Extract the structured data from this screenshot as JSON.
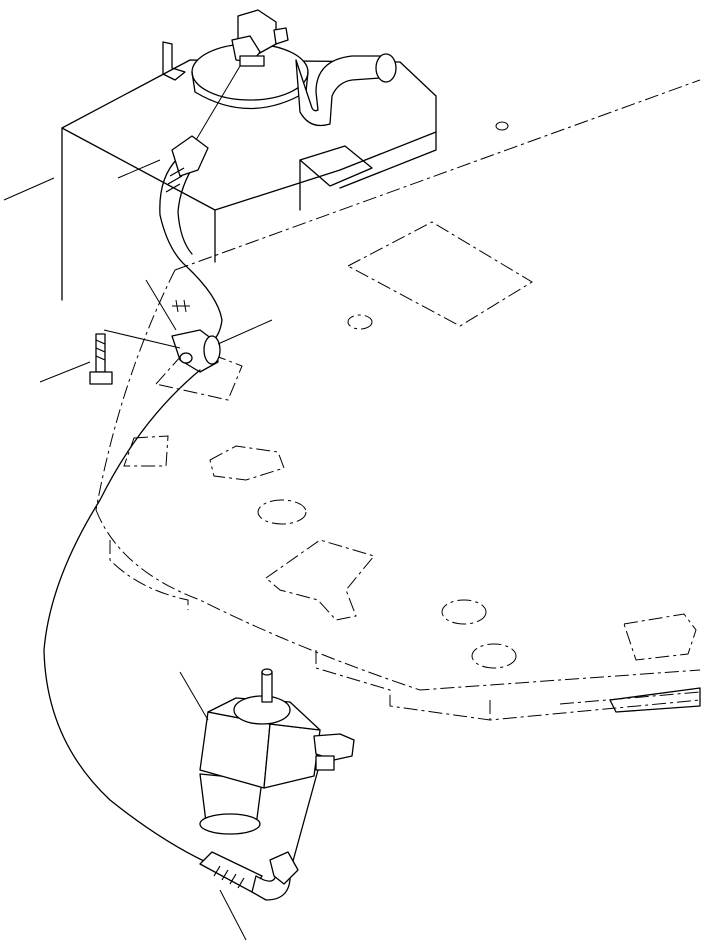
{
  "figure": {
    "colors": {
      "line": "#000000",
      "background": "#ffffff"
    },
    "parts": [
      {
        "id": "tank",
        "icon": "fuel-tank-outline"
      },
      {
        "id": "tank-elbow-fitting",
        "icon": "elbow-fitting"
      },
      {
        "id": "filler-neck-pipe",
        "icon": "curved-pipe"
      },
      {
        "id": "upper-fuel-hose",
        "icon": "hose"
      },
      {
        "id": "hose-clamp",
        "icon": "clamp"
      },
      {
        "id": "clamp-bolt",
        "icon": "flange-bolt"
      },
      {
        "id": "frame-plate",
        "icon": "dash-dot-outline"
      },
      {
        "id": "main-fuel-line",
        "icon": "tube"
      },
      {
        "id": "fuel-pump",
        "icon": "electric-pump"
      },
      {
        "id": "lower-hose-fitting",
        "icon": "hose-fitting"
      }
    ]
  }
}
